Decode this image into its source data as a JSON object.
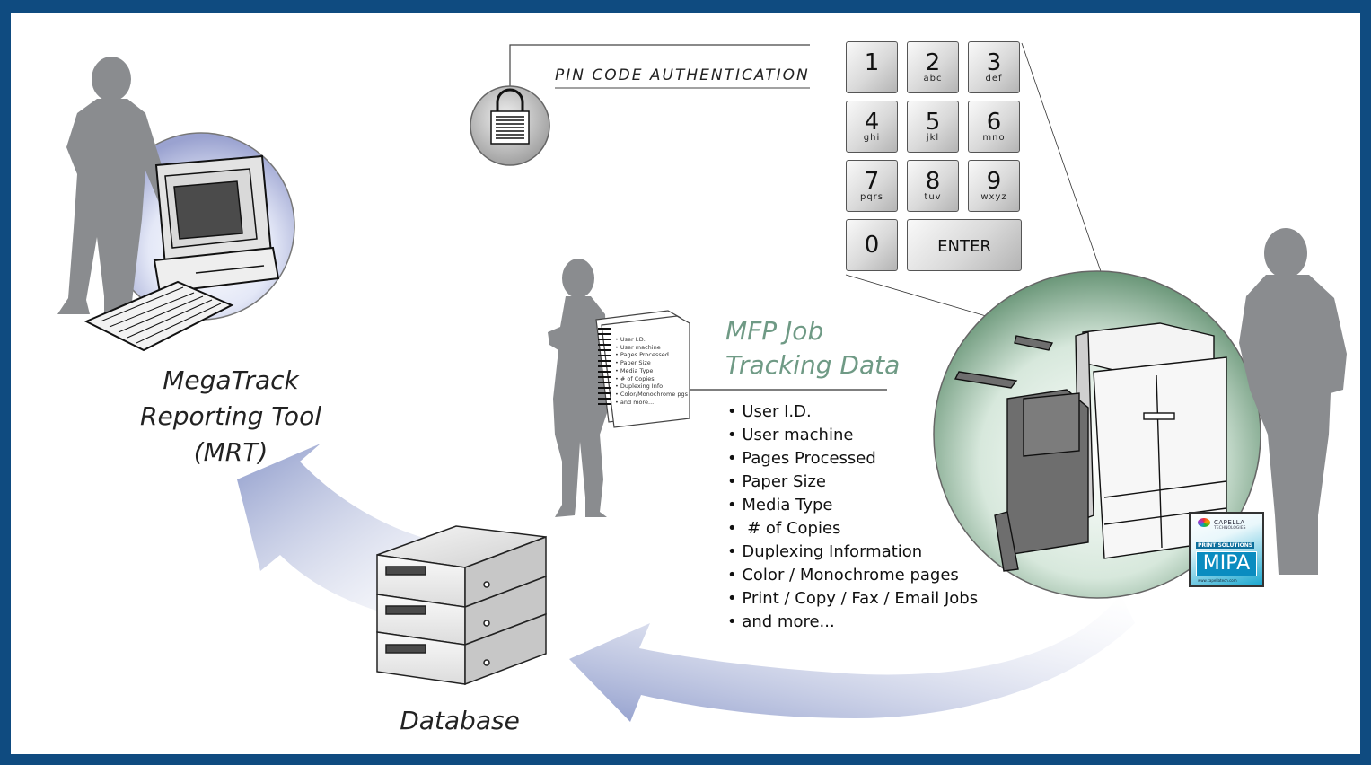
{
  "pin_label": "PIN CODE AUTHENTICATION",
  "keypad": [
    {
      "num": "1",
      "sub": ""
    },
    {
      "num": "2",
      "sub": "abc"
    },
    {
      "num": "3",
      "sub": "def"
    },
    {
      "num": "4",
      "sub": "ghi"
    },
    {
      "num": "5",
      "sub": "jkl"
    },
    {
      "num": "6",
      "sub": "mno"
    },
    {
      "num": "7",
      "sub": "pqrs"
    },
    {
      "num": "8",
      "sub": "tuv"
    },
    {
      "num": "9",
      "sub": "wxyz"
    },
    {
      "num": "0",
      "sub": ""
    },
    {
      "num": "ENTER",
      "sub": ""
    }
  ],
  "mrt_label": [
    "MegaTrack",
    "Reporting Tool",
    "(MRT)"
  ],
  "mfp_title": [
    "MFP Job",
    "Tracking Data"
  ],
  "mfp_items": [
    "User I.D.",
    "User machine",
    "Pages Processed",
    "Paper Size",
    "Media Type",
    " # of Copies",
    "Duplexing Information",
    "Color / Monochrome pages",
    "Print / Copy / Fax / Email Jobs",
    "and more..."
  ],
  "doc_items": [
    "User I.D.",
    "User machine",
    "Pages Processed",
    "Paper Size",
    "Media Type",
    "# of Copies",
    "Duplexing Info",
    "Color/Monochrome pgs",
    "and more..."
  ],
  "database_label": "Database",
  "mipa": {
    "brand": "CAPELLA",
    "brand_sub": "TECHNOLOGIES",
    "strip": "PRINT SOLUTIONS",
    "name": "MIPA",
    "url": "www.capellatech.com"
  },
  "colors": {
    "frame": "#0f4b80",
    "arrow": "#8f9ccb",
    "silhouette": "#8a8c8f",
    "mfp_title": "#6f9a85"
  }
}
